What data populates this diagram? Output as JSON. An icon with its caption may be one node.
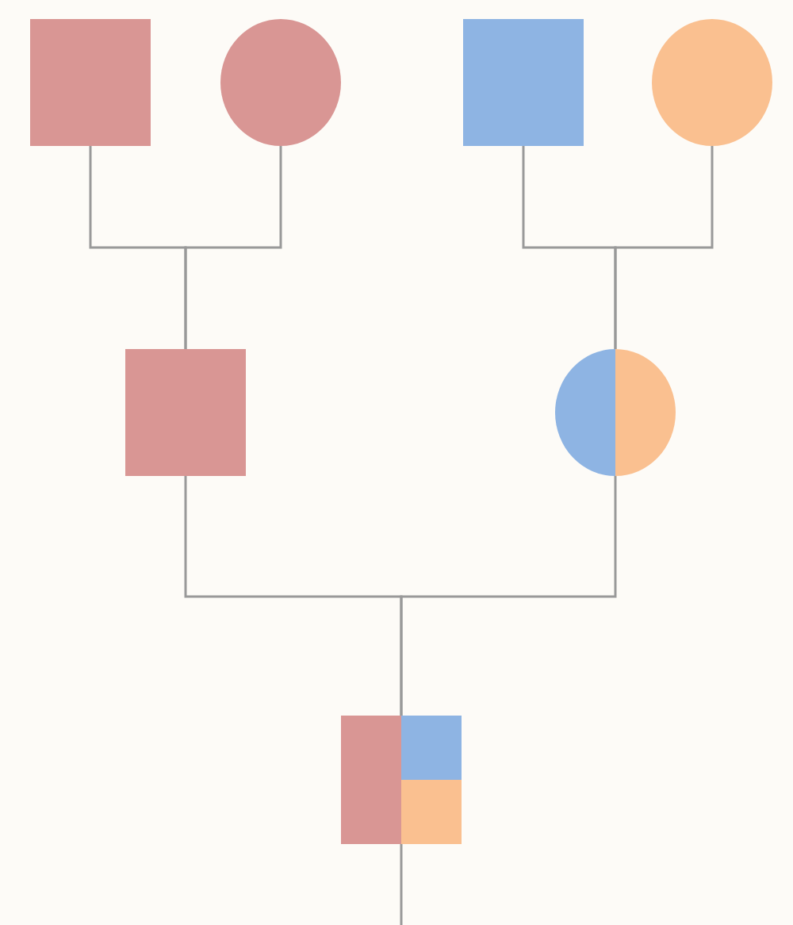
{
  "diagram": {
    "nodes": [
      {
        "text": [],
        "shape": "box"
      },
      {
        "text": [],
        "shape": "circle"
      },
      {
        "text": [],
        "shape": "box"
      },
      {
        "text": [],
        "shape": "circle"
      },
      {
        "text": [],
        "shape": "box"
      },
      {
        "text": [],
        "shape": "circle"
      },
      {
        "text": [],
        "shape": "box"
      }
    ],
    "edges": [
      {
        "from": 0,
        "to": 4,
        "arrow": "none"
      },
      {
        "from": 1,
        "to": 4,
        "arrow": "none"
      },
      {
        "from": 2,
        "to": 5,
        "arrow": "none"
      },
      {
        "from": 3,
        "to": 5,
        "arrow": "none"
      },
      {
        "from": 4,
        "to": 6,
        "arrow": "none"
      },
      {
        "from": 5,
        "to": 6,
        "arrow": "none"
      },
      {
        "from": 6,
        "to": null,
        "arrow": "none"
      }
    ]
  }
}
